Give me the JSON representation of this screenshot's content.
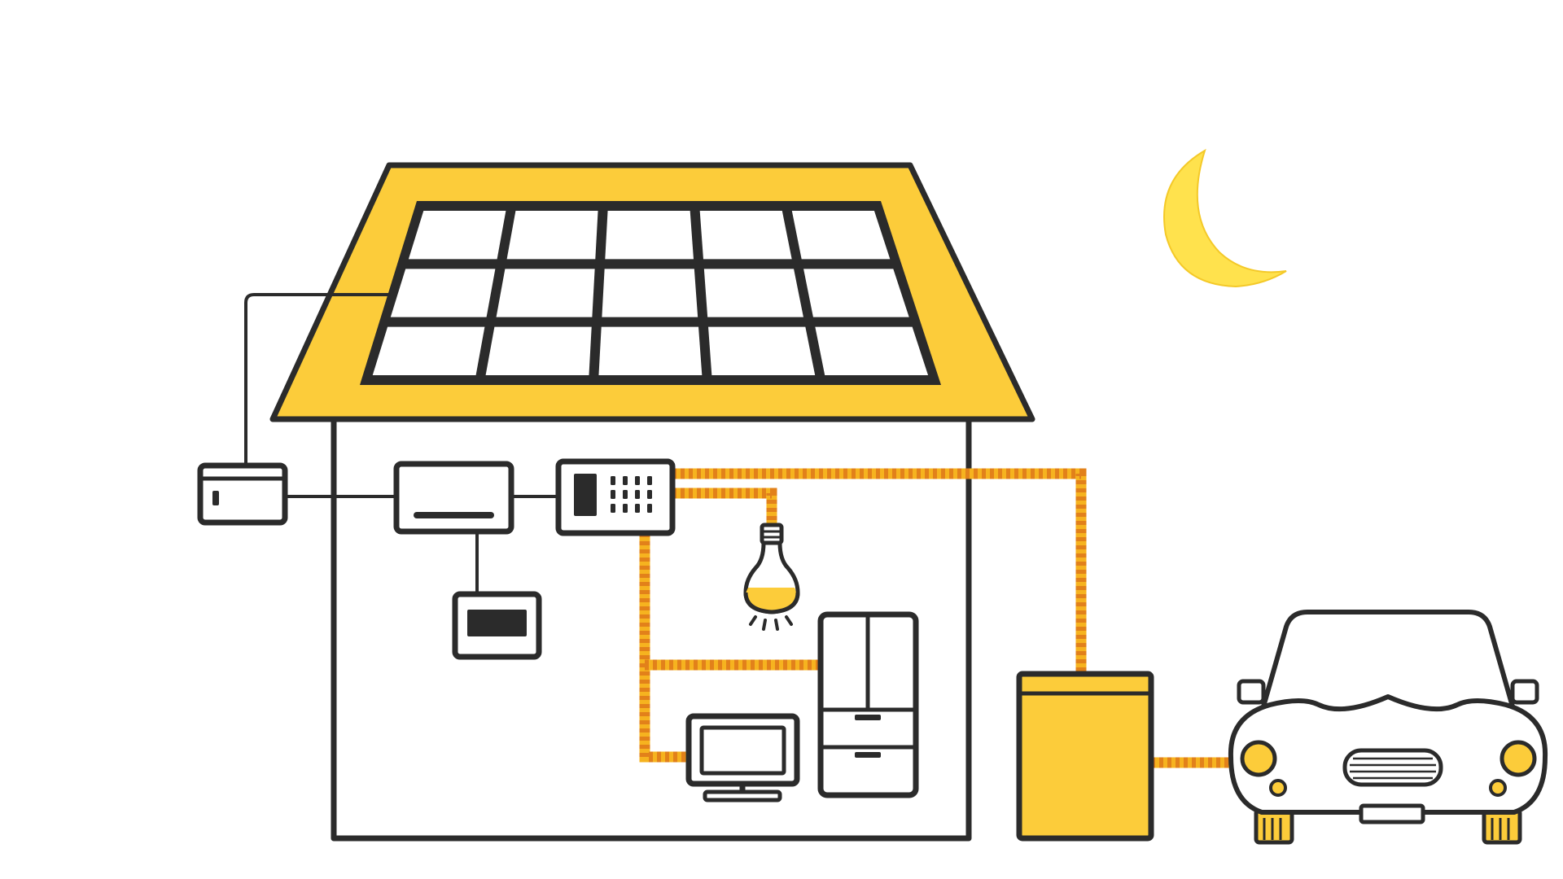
{
  "scene": "home-energy-system-night",
  "colors": {
    "background": "#ffffff",
    "outline": "#2b2b2b",
    "roof": "#fccc3a",
    "panel_cell": "#ffffff",
    "battery": "#fccc3a",
    "flow_light": "#f6b31f",
    "flow_dark": "#e2811a",
    "moon": "#ffe24d",
    "car_body": "#ffffff",
    "headlight": "#fccc3a",
    "bulb_glow": "#fccc3a"
  },
  "icons": [
    "solar-panel-icon",
    "junction-box-icon",
    "power-conditioner-icon",
    "monitor-display-icon",
    "distribution-board-icon",
    "light-bulb-icon",
    "refrigerator-icon",
    "television-icon",
    "storage-battery-icon",
    "electric-car-icon",
    "crescent-moon-icon"
  ],
  "flows": [
    {
      "from": "distribution-board",
      "to": "light-bulb",
      "style": "dashed-orange"
    },
    {
      "from": "distribution-board",
      "to": "refrigerator",
      "style": "dashed-orange"
    },
    {
      "from": "distribution-board",
      "to": "television",
      "style": "dashed-orange"
    },
    {
      "from": "distribution-board",
      "to": "storage-battery",
      "style": "dashed-orange"
    },
    {
      "from": "storage-battery",
      "to": "electric-car",
      "style": "dashed-orange"
    }
  ],
  "wires": [
    {
      "from": "solar-panel",
      "to": "junction-box",
      "style": "solid-dark"
    },
    {
      "from": "junction-box",
      "to": "power-conditioner",
      "style": "solid-dark"
    },
    {
      "from": "power-conditioner",
      "to": "monitor-display",
      "style": "solid-dark"
    },
    {
      "from": "power-conditioner",
      "to": "distribution-board",
      "style": "solid-dark"
    }
  ]
}
